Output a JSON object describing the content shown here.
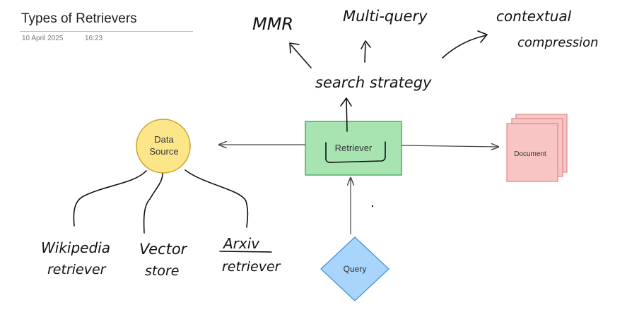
{
  "header": {
    "title": "Types of Retrievers",
    "date": "10 April 2025",
    "time": "16:23"
  },
  "nodes": {
    "data_source": {
      "line1": "Data",
      "line2": "Source",
      "fill": "#fde68a",
      "stroke": "#c9a227"
    },
    "retriever": {
      "label": "Retriever",
      "fill": "#a8e4b2",
      "stroke": "#2f9a4a"
    },
    "document": {
      "label": "Document",
      "fill": "#f8c4c4",
      "stroke": "#d98a8a"
    },
    "query": {
      "label": "Query",
      "fill": "#a9d4fb",
      "stroke": "#3f8fd8"
    }
  },
  "handwriting": {
    "search_strategy": "search strategy",
    "mmr": "MMR",
    "multi_query": "Multi-query",
    "contextual_compression": [
      "contextual",
      "compression"
    ],
    "wikipedia_retriever": [
      "Wikipedia",
      "retriever"
    ],
    "vector_store": [
      "Vector",
      "store"
    ],
    "arxiv_retriever": [
      "Arxiv",
      "retriever"
    ]
  }
}
